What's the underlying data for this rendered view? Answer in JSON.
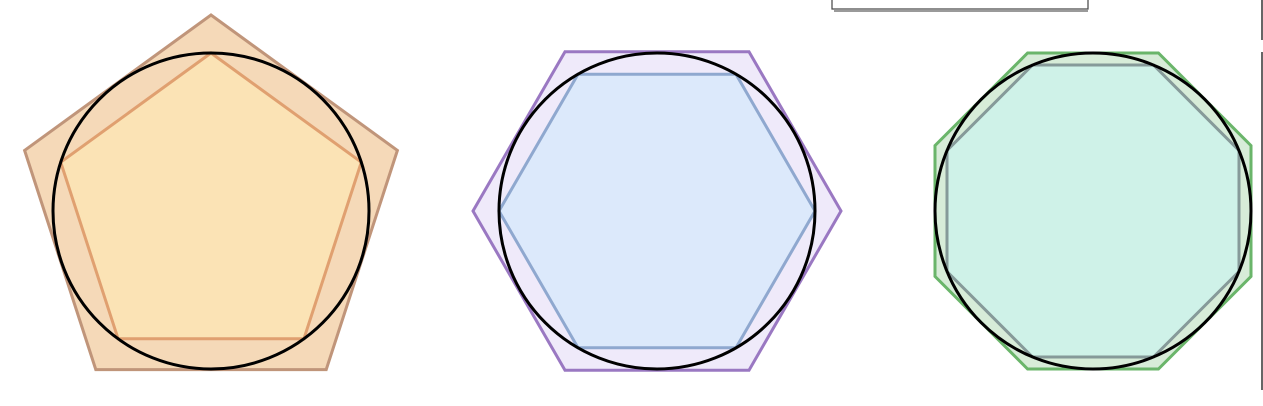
{
  "figures": [
    {
      "name": "pentagon",
      "sides": 5,
      "outer_fill": "#f5d9b8",
      "outer_stroke": "#c0957a",
      "inner_fill": "#fbe3b5",
      "inner_stroke": "#e0a070"
    },
    {
      "name": "hexagon",
      "sides": 6,
      "outer_fill": "#efeafa",
      "outer_stroke": "#9a78c2",
      "inner_fill": "#dce9fb",
      "inner_stroke": "#8fa8cf"
    },
    {
      "name": "octagon",
      "sides": 8,
      "outer_fill": "#d7ecd8",
      "outer_stroke": "#6ab56a",
      "inner_fill": "#cff2e8",
      "inner_stroke": "#869a99"
    }
  ],
  "circle_stroke": "#000000"
}
